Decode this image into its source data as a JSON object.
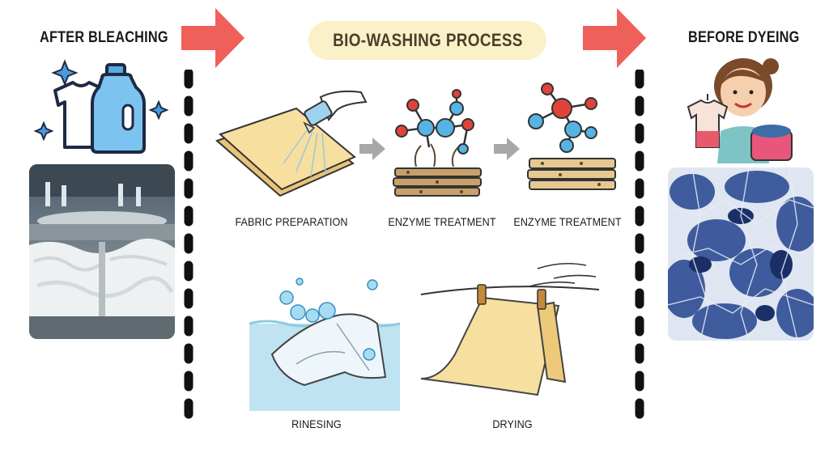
{
  "headings": {
    "left": "AFTER BLEACHING",
    "center": "BIO-WASHING PROCESS",
    "right": "BEFORE DYEING"
  },
  "steps": [
    {
      "label": "FABRIC PREPARATION",
      "icon": "fabric-spray-icon"
    },
    {
      "label": "ENZYME TREATMENT",
      "icon": "enzyme-fibers-icon"
    },
    {
      "label": "ENZYME TREATMENT",
      "icon": "enzyme-surface-icon"
    },
    {
      "label": "RINESING",
      "icon": "rinsing-water-icon"
    },
    {
      "label": "DRYING",
      "icon": "drying-line-icon"
    }
  ],
  "colors": {
    "arrow": "#f0605a",
    "pill": "#fbf1c9",
    "divider": "#111111",
    "fabric": "#f7dfa0",
    "water": "#bfe3f1",
    "molecule_red": "#e0433a",
    "molecule_blue": "#56b3e6",
    "dye_blue": "#2e4d94"
  },
  "images": {
    "left_icon": "detergent-bottle-and-shirt-icon",
    "left_photo": "bleached-fabric-factory-photo",
    "right_icon": "woman-holding-garments-icon",
    "right_photo": "tie-dye-blue-fabric-photo"
  }
}
